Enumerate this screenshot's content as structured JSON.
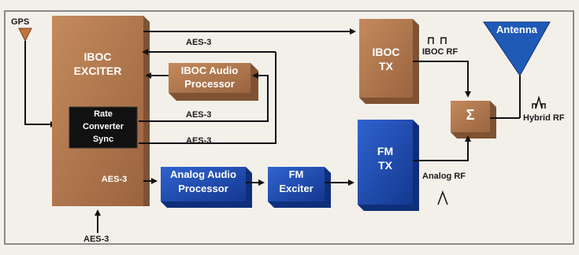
{
  "diagram": {
    "blocks": {
      "iboc_exciter_line1": "IBOC",
      "iboc_exciter_line2": "EXCITER",
      "rate_converter_line1": "Rate",
      "rate_converter_line2": "Converter",
      "rate_converter_line3": "Sync",
      "iboc_audio_line1": "IBOC Audio",
      "iboc_audio_line2": "Processor",
      "iboc_tx_line1": "IBOC",
      "iboc_tx_line2": "TX",
      "analog_audio_line1": "Analog Audio",
      "analog_audio_line2": "Processor",
      "fm_exciter_line1": "FM",
      "fm_exciter_line2": "Exciter",
      "fm_tx_line1": "FM",
      "fm_tx_line2": "TX",
      "combiner_symbol": "Σ",
      "antenna": "Antenna",
      "gps": "GPS"
    },
    "signals": {
      "aes3_top": "AES-3",
      "aes3_mid": "AES-3",
      "aes3_low": "AES-3",
      "aes3_exciter_out": "AES-3",
      "aes3_input": "AES-3",
      "iboc_rf": "IBOC RF",
      "analog_rf": "Analog RF",
      "hybrid_rf": "Hybrid RF"
    },
    "colors": {
      "background": "#f3f0ea",
      "frame": "#8a8a8a",
      "copper": "#b07a50",
      "copper_dark": "#7f5233",
      "blue": "#1e4fb8",
      "blue_dark": "#0f2f7a",
      "antenna_blue": "#1f5ab6",
      "black_box": "#111111"
    }
  }
}
